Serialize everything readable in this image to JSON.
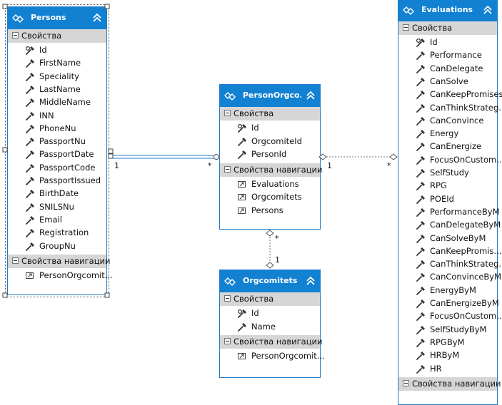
{
  "section_labels": {
    "properties": "Свойства",
    "navigation": "Свойства навигации"
  },
  "entities": {
    "persons": {
      "title": "Persons",
      "properties": [
        "Id",
        "FirstName",
        "Speciality",
        "LastName",
        "MiddleName",
        "INN",
        "PhoneNu",
        "PassportNu",
        "PassportDate",
        "PassportCode",
        "PassportIssued",
        "BirthDate",
        "SNILSNu",
        "Email",
        "Registration",
        "GroupNu"
      ],
      "navigation": [
        "PersonOrgcomit..."
      ]
    },
    "person_orgcomitet": {
      "title": "PersonOrgco...",
      "properties": [
        "Id",
        "OrgcomiteId",
        "PersonId"
      ],
      "navigation": [
        "Evaluations",
        "Orgcomitets",
        "Persons"
      ]
    },
    "orgcomitets": {
      "title": "Orgcomitets",
      "properties": [
        "Id",
        "Name"
      ],
      "navigation": [
        "PersonOrgcomit..."
      ]
    },
    "evaluations": {
      "title": "Evaluations",
      "properties": [
        "Id",
        "Performance",
        "CanDelegate",
        "CanSolve",
        "CanKeepPromises",
        "CanThinkStrateg...",
        "CanConvince",
        "Energy",
        "CanEnergize",
        "FocusOnCustom...",
        "SelfStudy",
        "RPG",
        "POEId",
        "PerformanceByM",
        "CanDelegateByM",
        "CanSolveByM",
        "CanKeepPromis...",
        "CanThinkStrateg...",
        "CanConvinceByM",
        "EnergyByM",
        "CanEnergizeByM",
        "FocusOnCustom...",
        "SelfStudyByM",
        "RPGByM",
        "HRByM",
        "HR"
      ],
      "navigation": []
    }
  },
  "associations": {
    "persons_to_po": {
      "from": "1",
      "to": "*"
    },
    "po_to_evaluations": {
      "from": "1",
      "to": "*"
    },
    "po_to_orgcomitets": {
      "from": "*",
      "to": "1"
    }
  }
}
